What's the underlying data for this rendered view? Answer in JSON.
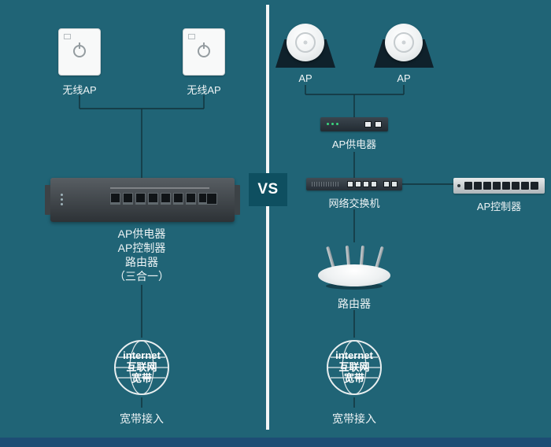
{
  "canvas": {
    "bg": "#206476",
    "divider_color": "#f3f6f6",
    "footer_color": "#1d4d74",
    "line_color": "#13323a"
  },
  "vs_badge": {
    "label": "VS",
    "bg": "#0e4f60",
    "text_color": "#ffffff"
  },
  "left": {
    "wall_ap_1_label": "无线AP",
    "wall_ap_2_label": "无线AP",
    "combo_device_labels": [
      "AP供电器",
      "AP控制器",
      "路由器",
      "（三合一）"
    ],
    "globe": {
      "line1": "internet",
      "line2": "互联网",
      "line3": "宽带"
    },
    "access_label": "宽带接入"
  },
  "right": {
    "ap_1_label": "AP",
    "ap_2_label": "AP",
    "poe_label": "AP供电器",
    "switch_label": "网络交换机",
    "controller_label": "AP控制器",
    "router_label": "路由器",
    "globe": {
      "line1": "internet",
      "line2": "互联网",
      "line3": "宽带"
    },
    "access_label": "宽带接入"
  }
}
